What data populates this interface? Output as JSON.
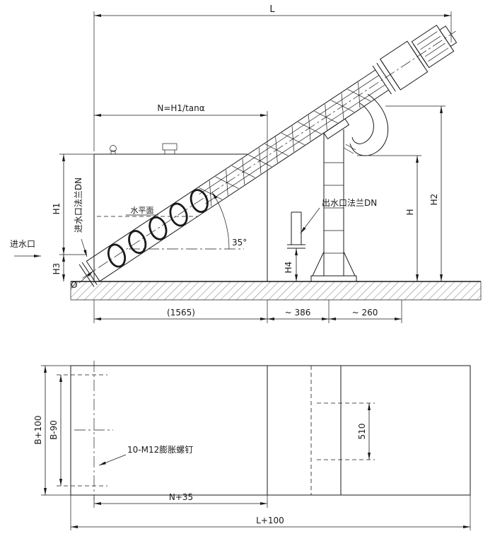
{
  "side_view": {
    "dims": {
      "overall_length": "L",
      "horizontal_run": "N=H1/tanα",
      "height_h2": "H2",
      "height_h": "H",
      "height_h1": "H1",
      "height_h3": "H3",
      "height_h4": "H4",
      "base_span": "(1565)",
      "span_386": "~ 386",
      "span_260": "~ 260",
      "angle": "35°",
      "diameter": "Ø"
    },
    "labels": {
      "inlet": "进水口",
      "inlet_flange": "进水口法兰DN",
      "outlet_flange": "出水口法兰DN",
      "water_level": "水平面"
    }
  },
  "plan_view": {
    "dims": {
      "width_plus": "B+100",
      "width_minus": "B-90",
      "bolt_spacing": "510",
      "run_plus": "N+35",
      "length_plus": "L+100"
    },
    "labels": {
      "anchor_bolts": "10-M12膨胀螺钉"
    }
  },
  "colors": {
    "line": "#1a1a1a",
    "background": "#ffffff"
  }
}
